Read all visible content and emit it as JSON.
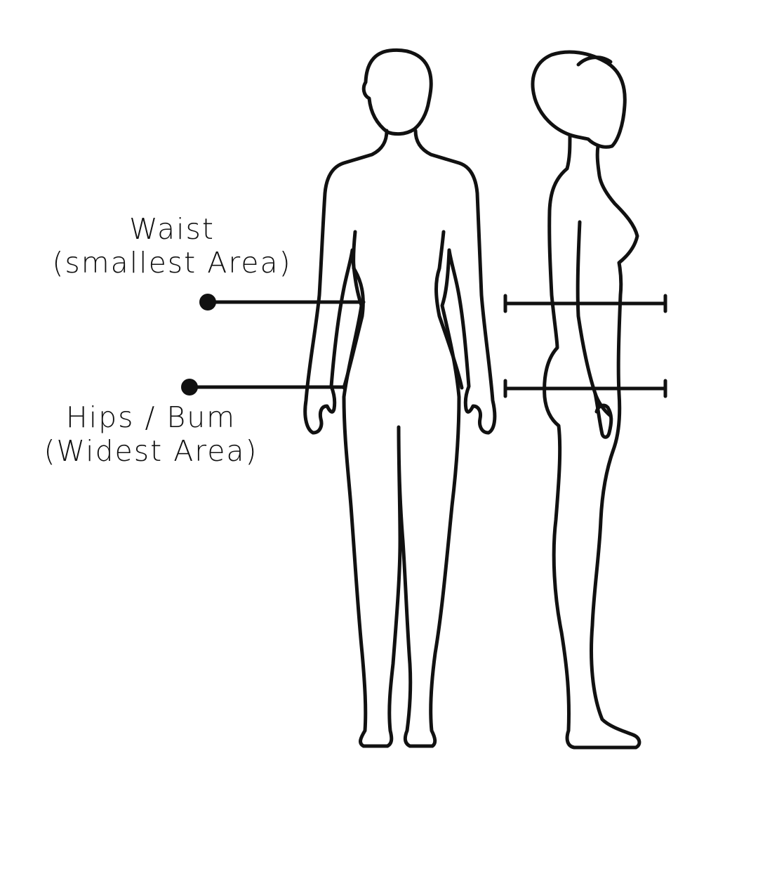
{
  "diagram": {
    "waist": {
      "title": "Waist",
      "subtitle": "(smallest Area)"
    },
    "hips": {
      "title": "Hips / Bum",
      "subtitle": "(Widest Area)"
    }
  },
  "colors": {
    "ink": "#111111",
    "background": "#ffffff"
  }
}
